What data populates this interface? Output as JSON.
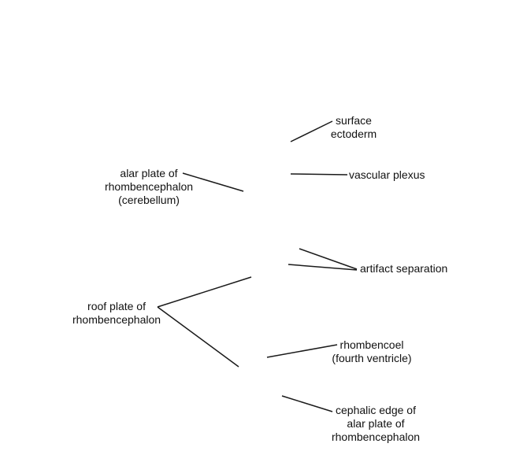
{
  "labels": {
    "surface_ectoderm": "surface\nectoderm",
    "vascular_plexus": "vascular plexus",
    "alar_plate": "alar plate of\nrhombencephalon\n(cerebellum)",
    "artifact_separation": "artifact separation",
    "roof_plate": "roof plate of\nrhombencephalon",
    "rhombencoel": "rhombencoel\n(fourth ventricle)",
    "cephalic_edge": "cephalic edge of\nalar plate of\nrhombencephalon"
  },
  "colors": {
    "line": "#1a1a1a",
    "text": "#111111",
    "background": "#ffffff"
  }
}
